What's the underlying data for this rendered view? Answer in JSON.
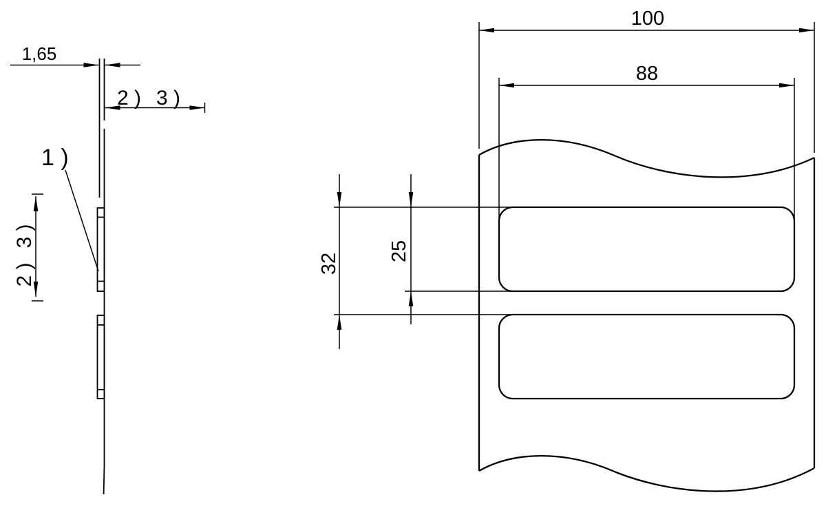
{
  "drawing": {
    "kind": "label-web-dimension-drawing",
    "colors": {
      "line": "#000000",
      "background": "#ffffff"
    },
    "dims": {
      "thickness": "1,65",
      "web_width": "100",
      "label_width": "88",
      "pitch": "32",
      "label_height": "25"
    },
    "refs": {
      "ref1": "1 )",
      "ref2": "2 )",
      "ref3": "3 )"
    }
  }
}
